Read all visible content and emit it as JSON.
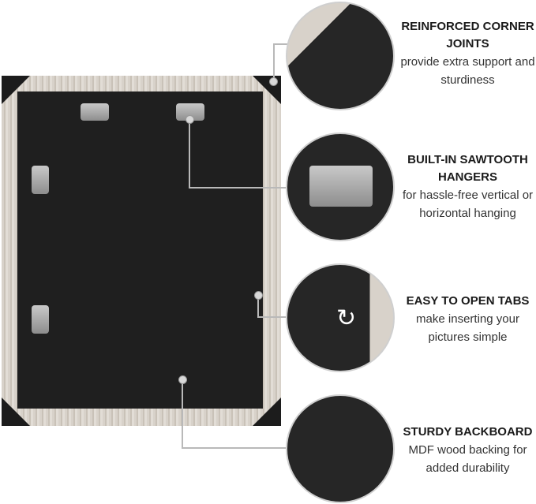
{
  "features": [
    {
      "title": "REINFORCED CORNER JOINTS",
      "desc": "provide extra support and sturdiness",
      "icon": "corner-joint-icon"
    },
    {
      "title": "BUILT-IN SAWTOOTH HANGERS",
      "desc": "for hassle-free vertical or horizontal hanging",
      "icon": "sawtooth-hanger-icon"
    },
    {
      "title": "EASY TO OPEN TABS",
      "desc": "make inserting your pictures simple",
      "icon": "rotate-icon"
    },
    {
      "title": "STURDY BACKBOARD",
      "desc": "MDF wood backing for added durability",
      "icon": "backboard-icon"
    }
  ],
  "colors": {
    "frame": "#d8d2ca",
    "board": "#1f1f1f",
    "corner": "#1c1c1c"
  }
}
